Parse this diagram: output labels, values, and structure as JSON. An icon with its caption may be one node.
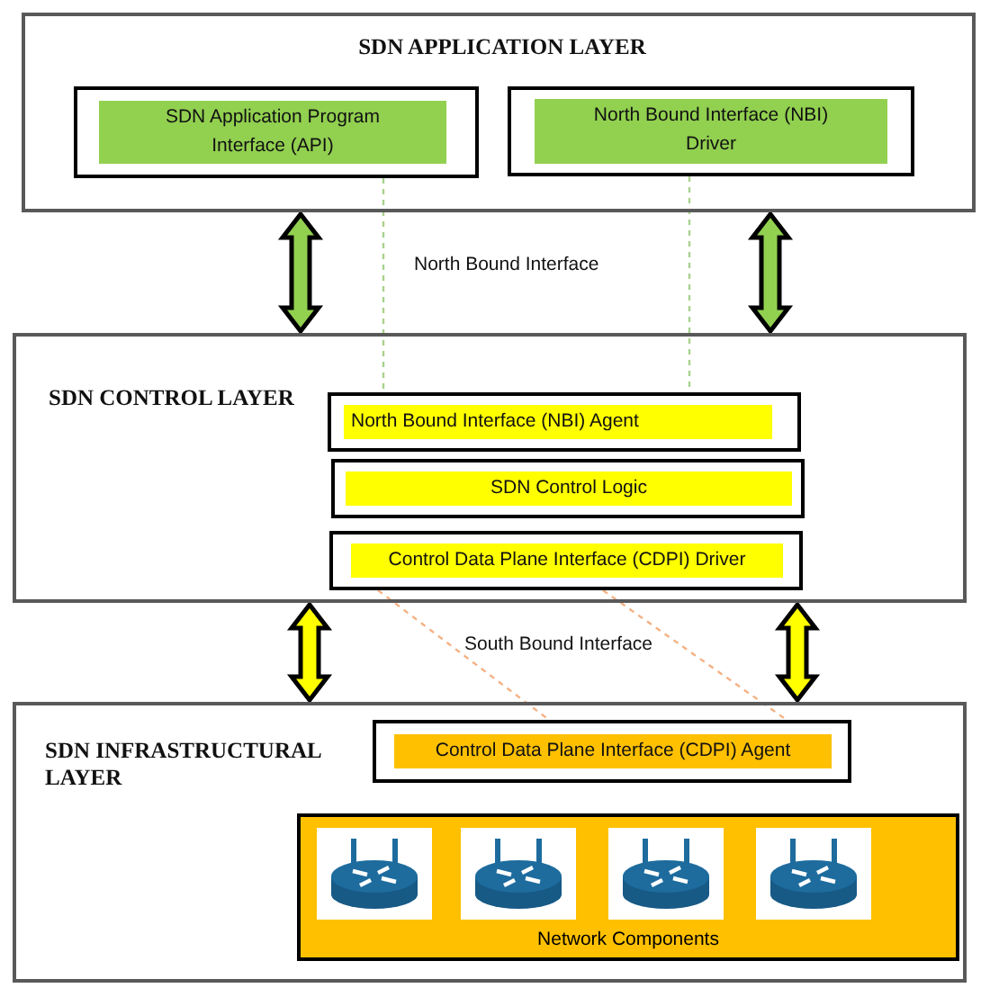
{
  "diagram": {
    "nodes": [
      {
        "text": [
          "SDN APPLICATION LAYER"
        ]
      },
      {
        "text": [
          "SDN Application Program Interface (API)"
        ],
        "in": 0
      },
      {
        "text": [
          "North Bound Interface (NBI) Driver"
        ],
        "in": 0
      },
      {
        "text": [
          "SDN CONTROL LAYER"
        ]
      },
      {
        "text": [
          "North Bound Interface (NBI) Agent"
        ],
        "in": 3
      },
      {
        "text": [
          "SDN Control Logic"
        ],
        "in": 3
      },
      {
        "text": [
          "Control Data Plane Interface (CDPI) Driver"
        ],
        "in": 3
      },
      {
        "text": [
          "SDN INFRASTRUCTURAL LAYER"
        ]
      },
      {
        "text": [
          "Control Data Plane Interface (CDPI) Agent"
        ],
        "in": 7
      },
      {
        "text": [
          "Network Components"
        ],
        "in": 7
      }
    ],
    "edges": [
      {
        "from": 0,
        "to": 3,
        "arrow": "both",
        "style": "thick",
        "color": "#92d050"
      },
      {
        "from": 0,
        "to": 3,
        "arrow": "both",
        "style": "thick",
        "color": "#92d050"
      },
      {
        "from": 1,
        "to": 4,
        "arrow": "none",
        "style": "dashed",
        "color": "#a9d18e"
      },
      {
        "from": 2,
        "to": 4,
        "arrow": "none",
        "style": "dashed",
        "color": "#a9d18e"
      },
      {
        "from": 3,
        "to": 7,
        "arrow": "both",
        "style": "thick",
        "color": "#ffff00"
      },
      {
        "from": 3,
        "to": 7,
        "arrow": "both",
        "style": "thick",
        "color": "#ffff00"
      },
      {
        "from": 6,
        "to": 8,
        "arrow": "none",
        "style": "dashed",
        "color": "#f4b183"
      },
      {
        "from": 6,
        "to": 8,
        "arrow": "none",
        "style": "dashed",
        "color": "#f4b183"
      }
    ],
    "labels": [
      "North Bound Interface",
      "South Bound Interface"
    ]
  }
}
